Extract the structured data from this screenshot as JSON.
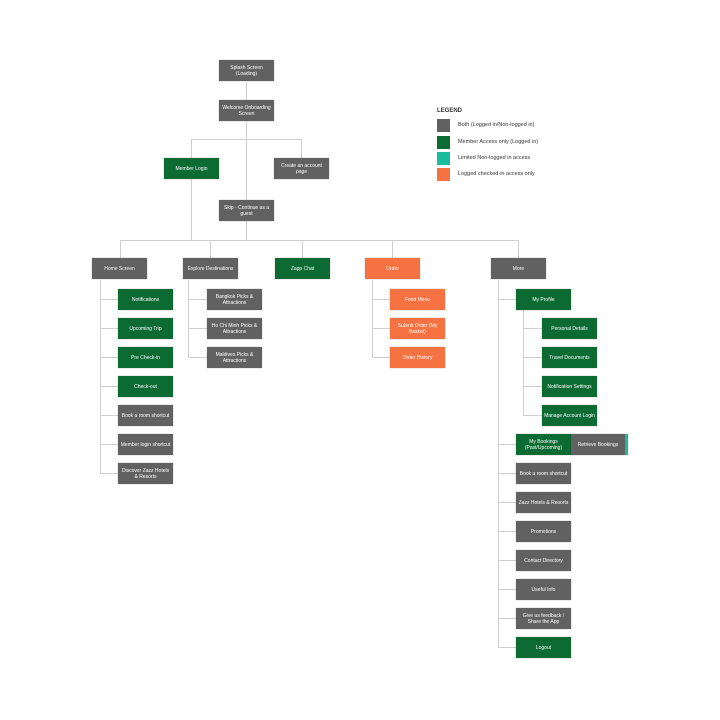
{
  "colors": {
    "both": "#616161",
    "member": "#0b6b32",
    "limited": "#1abc9c",
    "checked_in": "#f77242"
  },
  "legend": {
    "title": "LEGEND",
    "items": [
      "Both (Logged in/Non-logged in)",
      "Member Access only (Logged in)",
      "Limited Non-logged in access",
      "Logged checked-in access only"
    ]
  },
  "entry": {
    "splash": "Splash Screen (Loading)",
    "welcome": "Welcome Onboarding Screen",
    "member_login": "Member Login",
    "create_account": "Create an account page",
    "skip": "Skip - Continue as a guest"
  },
  "top": [
    "Home Screen",
    "Explore Destinations",
    "Zapp Chat",
    "Order",
    "More"
  ],
  "home": [
    "Notifications",
    "Upcoming Trip",
    "Pre Check-in",
    "Check-out",
    "Book a room shortcut",
    "Member login shortcut",
    "Discover Zazz Hotels & Resorts"
  ],
  "explore": [
    "Bangkok Picks & Attractions",
    "Ho Chi Minh Picks & Attractions",
    "Maldives Picks & Attractions"
  ],
  "order": [
    "Food Menu",
    "Submit Order (My Basket)",
    "Order History"
  ],
  "more": {
    "my_profile": "My Profile",
    "profile_children": [
      "Personal Details",
      "Travel Documents",
      "Notification Settings",
      "Manage Account Login"
    ],
    "my_bookings": "My Bookings (Past/Upcoming)",
    "retrieve_bookings": "Retrieve Bookings",
    "items": [
      "Book a room shortcut",
      "Zazz Hotels & Resorts",
      "Promotions",
      "Contact Directory",
      "Useful Info",
      "Give us feedback / Share the App",
      "Logout"
    ]
  }
}
